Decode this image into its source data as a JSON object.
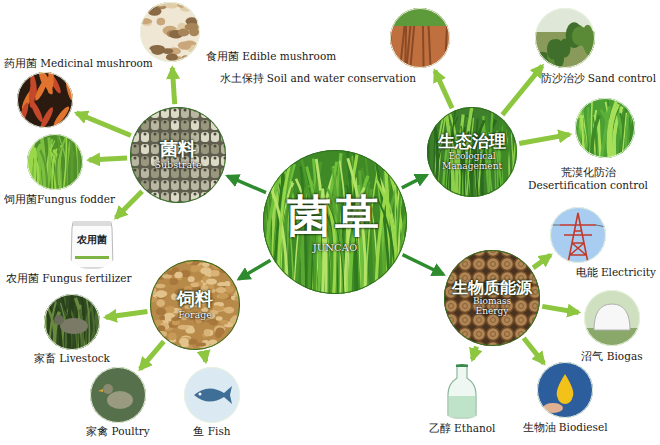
{
  "diagram": {
    "nodes": [
      {
        "text": [
          "菌草",
          "JUNCAO"
        ]
      },
      {
        "text": [
          "菌料",
          "Substrate"
        ]
      },
      {
        "text": [
          "生态治理",
          "Ecological Management"
        ]
      },
      {
        "text": [
          "饲料",
          "Forage"
        ]
      },
      {
        "text": [
          "生物质能源",
          "Biomass Energy"
        ]
      },
      {
        "text": [
          "食用菌 Edible mushroom"
        ]
      },
      {
        "text": [
          "药用菌 Medicinal mushroom"
        ]
      },
      {
        "text": [
          "饲用菌Fungus fodder"
        ]
      },
      {
        "text": [
          "农用菌 Fungus fertilizer"
        ]
      },
      {
        "text": [
          "水土保持 Soil and water conservation"
        ]
      },
      {
        "text": [
          "防沙治沙 Sand control"
        ]
      },
      {
        "text": [
          "荒漠化防治 Desertification control"
        ]
      },
      {
        "text": [
          "家畜 Livestock"
        ]
      },
      {
        "text": [
          "家禽 Poultry"
        ]
      },
      {
        "text": [
          "鱼 Fish"
        ]
      },
      {
        "text": [
          "电能 Electricity"
        ]
      },
      {
        "text": [
          "沼气 Biogas"
        ]
      },
      {
        "text": [
          "生物油 Biodiesel"
        ]
      },
      {
        "text": [
          "乙醇 Ethanol"
        ]
      }
    ],
    "edges": [
      {
        "from": 0,
        "to": 1,
        "arrow": "to"
      },
      {
        "from": 0,
        "to": 2,
        "arrow": "to"
      },
      {
        "from": 0,
        "to": 3,
        "arrow": "to"
      },
      {
        "from": 0,
        "to": 4,
        "arrow": "to"
      },
      {
        "from": 1,
        "to": 5,
        "arrow": "to"
      },
      {
        "from": 1,
        "to": 6,
        "arrow": "to"
      },
      {
        "from": 1,
        "to": 7,
        "arrow": "to"
      },
      {
        "from": 1,
        "to": 8,
        "arrow": "to"
      },
      {
        "from": 2,
        "to": 9,
        "arrow": "to"
      },
      {
        "from": 2,
        "to": 10,
        "arrow": "to"
      },
      {
        "from": 2,
        "to": 11,
        "arrow": "to"
      },
      {
        "from": 3,
        "to": 12,
        "arrow": "to"
      },
      {
        "from": 3,
        "to": 13,
        "arrow": "to"
      },
      {
        "from": 3,
        "to": 14,
        "arrow": "to"
      },
      {
        "from": 4,
        "to": 15,
        "arrow": "to"
      },
      {
        "from": 4,
        "to": 16,
        "arrow": "to"
      },
      {
        "from": 4,
        "to": 17,
        "arrow": "to"
      },
      {
        "from": 4,
        "to": 18,
        "arrow": "to"
      }
    ],
    "labels": [
      "农用菌"
    ]
  }
}
